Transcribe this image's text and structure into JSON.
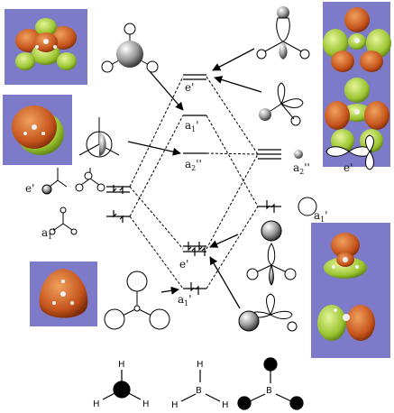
{
  "colors": {
    "surface_panel": "#7d7bc9",
    "lobe_orange": "#c5541c",
    "lobe_green": "#9bc431",
    "line": "#000000"
  },
  "mo_levels": {
    "e_prime_top": "e'",
    "a1_prime_upper": "a",
    "a1_prime_upper_sub": "1",
    "a1_prime_upper_mark": "'",
    "a2_dprime": "a",
    "a2_dprime_sub": "2",
    "a2_dprime_mark": "''",
    "e_prime_bonding": "e'",
    "a1_prime_lowest": "a",
    "a1_prime_lowest_sub": "1",
    "a1_prime_lowest_mark": "'"
  },
  "fragment_orbitals": {
    "left_e_prime": "e'",
    "left_a1_prime": "a",
    "left_a1_prime_sub": "1",
    "left_a1_prime_mark": "'"
  },
  "boron_orbitals": {
    "a2_dprime": "a",
    "a2_dprime_sub": "2",
    "a2_dprime_mark": "''",
    "e_prime": "e'",
    "a1_prime": "a",
    "a1_prime_sub": "1",
    "a1_prime_mark": "'"
  },
  "structures": {
    "H": "H",
    "B": "B"
  },
  "icons": [
    "orbital-lobe-icon",
    "electron-arrow-icon",
    "isosurface-icon"
  ]
}
